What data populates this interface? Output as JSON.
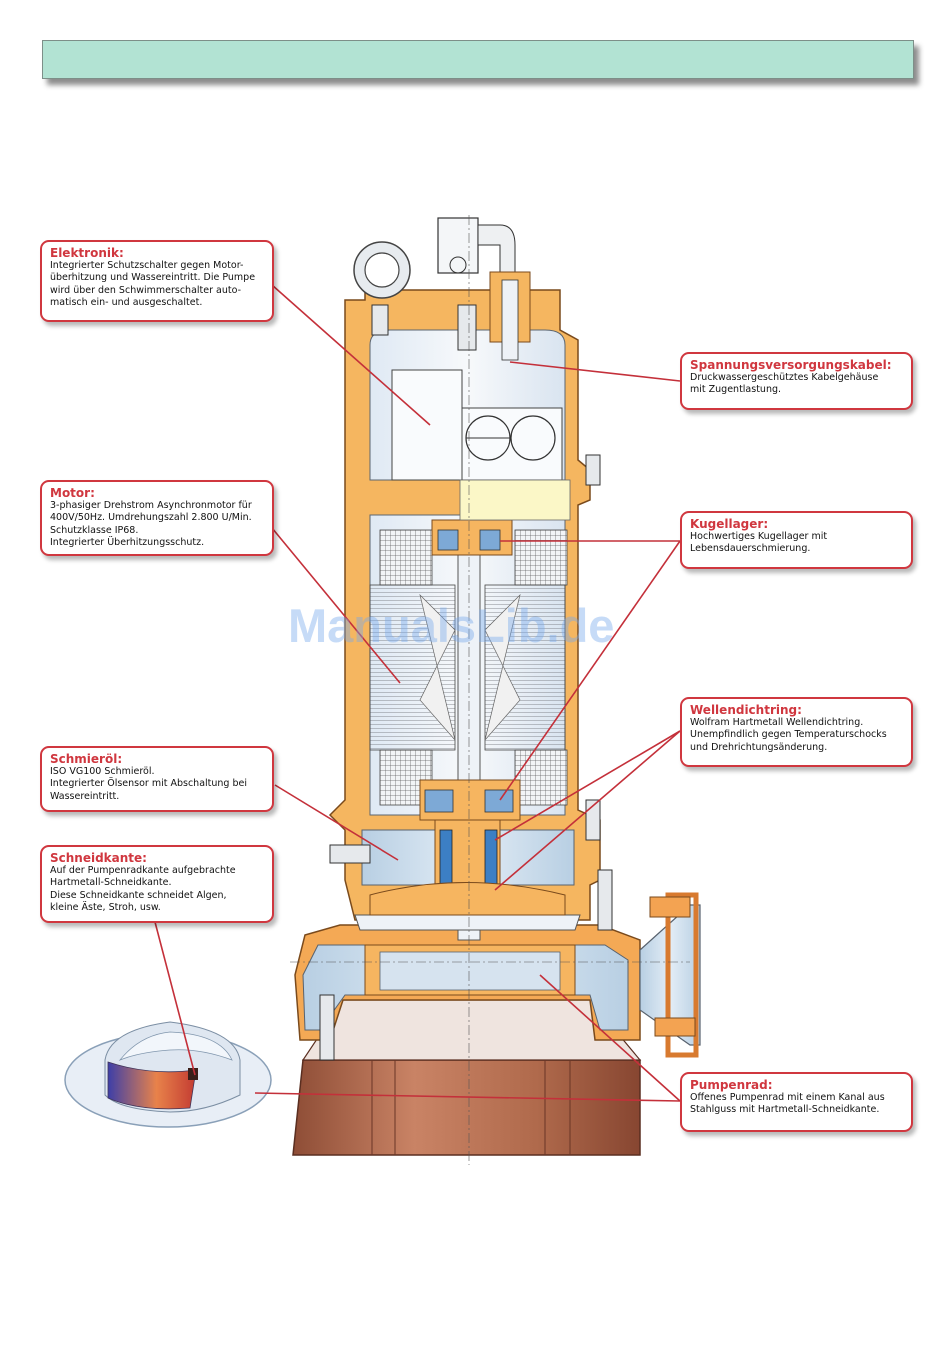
{
  "watermark": "ManualsLib.de",
  "callouts": {
    "elektronik": {
      "title": "Elektronik:",
      "text": "Integrierter Schutzschalter gegen Motor-\nüberhitzung und Wassereintritt. Die Pumpe\nwird über den Schwimmerschalter auto-\nmatisch ein- und ausgeschaltet."
    },
    "motor": {
      "title": "Motor:",
      "text": "3-phasiger Drehstrom Asynchronmotor für\n400V/50Hz. Umdrehungszahl 2.800 U/Min.\nSchutzklasse IP68.\nIntegrierter Überhitzungsschutz."
    },
    "schmieroel": {
      "title": "Schmieröl:",
      "text": "ISO VG100 Schmieröl.\nIntegrierter Ölsensor mit Abschaltung bei\nWassereintritt."
    },
    "schneidkante": {
      "title": "Schneidkante:",
      "text": "Auf der Pumpenradkante aufgebrachte\nHartmetall-Schneidkante.\nDiese Schneidkante schneidet Algen,\nkleine Äste, Stroh, usw."
    },
    "kabel": {
      "title": "Spannungsversorgungskabel:",
      "text": "Druckwassergeschütztes Kabelgehäuse\nmit Zugentlastung."
    },
    "kugellager": {
      "title": "Kugellager:",
      "text": "Hochwertiges Kugellager mit\nLebensdauerschmierung."
    },
    "wellendichtring": {
      "title": "Wellendichtring:",
      "text": "Wolfram Hartmetall Wellendichtring.\nUnempfindlich gegen Temperaturschocks\nund Drehrichtungsänderung."
    },
    "pumpenrad": {
      "title": "Pumpenrad:",
      "text": "Offenes Pumpenrad mit einem Kanal aus\nStahlguss mit Hartmetall-Schneidkante."
    }
  },
  "colors": {
    "header_bar": "#b2e3d3",
    "callout_border": "#d0373f",
    "housing": "#f5b660",
    "casing_blue": "#c8dbea",
    "base_brown": "#b06a4c",
    "leader_line": "#c4303a"
  }
}
